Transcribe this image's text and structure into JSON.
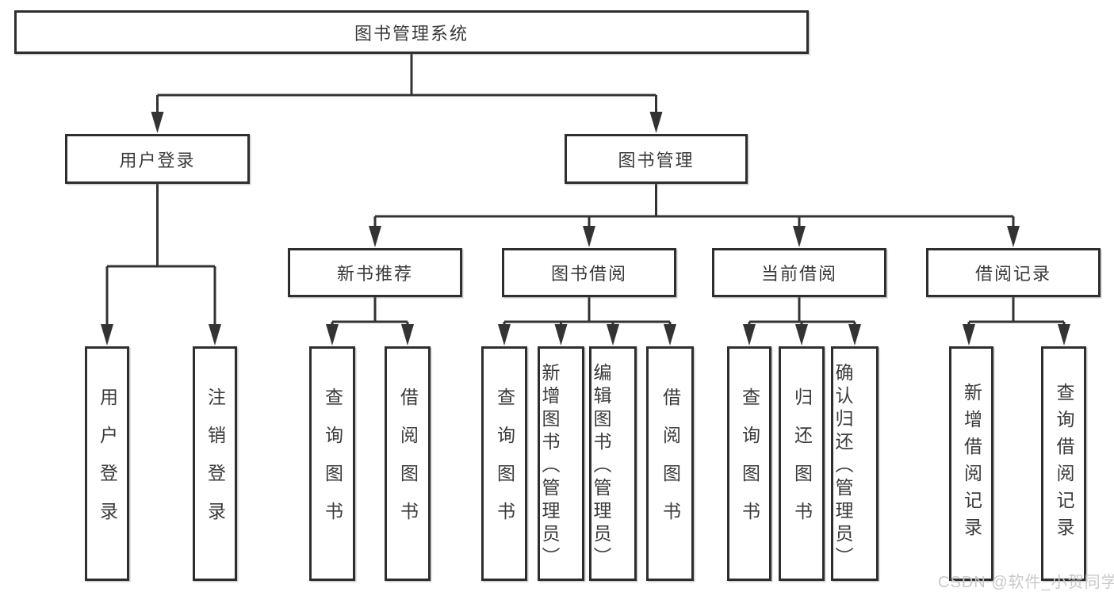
{
  "diagram": {
    "root": {
      "label": "图书管理系统"
    },
    "level2": [
      {
        "id": "user-login",
        "label": "用户登录"
      },
      {
        "id": "book-management",
        "label": "图书管理"
      }
    ],
    "level3": [
      {
        "id": "new-book-recommend",
        "label": "新书推荐",
        "parent": "book-management"
      },
      {
        "id": "book-borrowing",
        "label": "图书借阅",
        "parent": "book-management"
      },
      {
        "id": "current-borrowing",
        "label": "当前借阅",
        "parent": "book-management"
      },
      {
        "id": "borrowing-records",
        "label": "借阅记录",
        "parent": "book-management"
      }
    ],
    "leaves": [
      {
        "group": "user-login",
        "label": "用户登录"
      },
      {
        "group": "user-login",
        "label": "注销登录"
      },
      {
        "group": "new-book-recommend",
        "label": "查询图书"
      },
      {
        "group": "new-book-recommend",
        "label": "借阅图书"
      },
      {
        "group": "book-borrowing",
        "label": "查询图书"
      },
      {
        "group": "book-borrowing",
        "label": "新增图书（管理员）"
      },
      {
        "group": "book-borrowing",
        "label": "编辑图书（管理员）"
      },
      {
        "group": "book-borrowing",
        "label": "借阅图书"
      },
      {
        "group": "current-borrowing",
        "label": "查询图书"
      },
      {
        "group": "current-borrowing",
        "label": "归还图书"
      },
      {
        "group": "current-borrowing",
        "label": "确认归还（管理员）"
      },
      {
        "group": "borrowing-records",
        "label": "新增借阅记录"
      },
      {
        "group": "borrowing-records",
        "label": "查询借阅记录"
      }
    ]
  },
  "watermark": "CSDN @软件_小贺同学",
  "colors": {
    "line": "#333333",
    "border": "#2e2e2e",
    "text": "#3a3a3a",
    "watermark": "#c9c9c9",
    "background": "#ffffff"
  }
}
